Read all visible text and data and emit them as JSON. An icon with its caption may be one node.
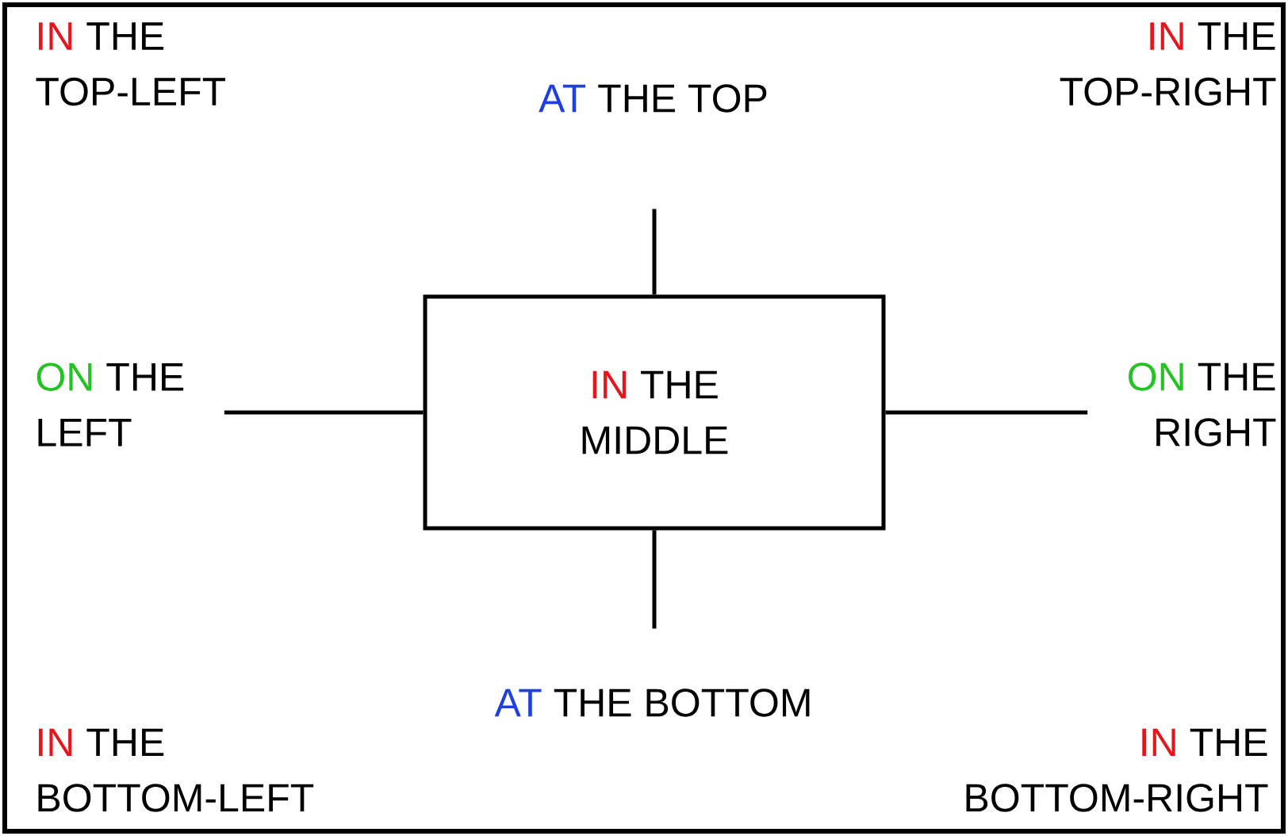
{
  "diagram": {
    "nodes": [
      {
        "text": [
          "ON",
          "THE LEFT"
        ]
      },
      {
        "text": [
          "IN",
          "THE MIDDLE"
        ]
      },
      {
        "text": [
          "ON",
          "THE RIGHT"
        ]
      }
    ],
    "edges": [
      {
        "from": 1,
        "to": 0,
        "arrow": "none"
      },
      {
        "from": 1,
        "to": 2,
        "arrow": "none"
      },
      {
        "from": 1,
        "to": null,
        "arrow": "none"
      },
      {
        "from": 1,
        "to": null,
        "arrow": "none"
      }
    ],
    "labels": [
      "IN",
      "THE TOP-LEFT",
      "AT",
      "THE TOP",
      "IN",
      "THE TOP-RIGHT",
      "AT",
      "THE BOTTOM",
      "IN",
      "THE BOTTOM-LEFT",
      "IN",
      "THE BOTTOM-RIGHT"
    ]
  }
}
